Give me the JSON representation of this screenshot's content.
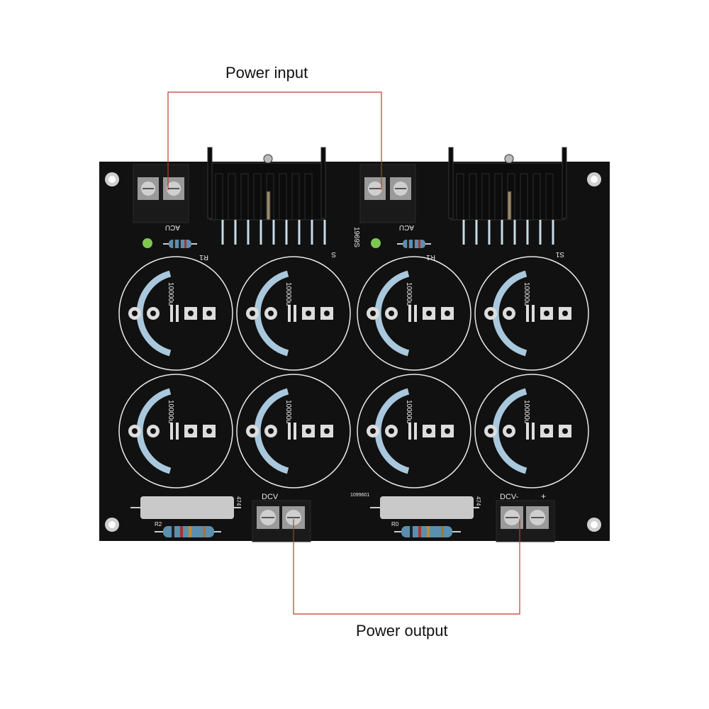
{
  "callouts": {
    "input": "Power input",
    "output": "Power output"
  },
  "board": {
    "silkscreen": {
      "ac_left": "ACU",
      "ac_right": "ACU",
      "r1_left": "R1",
      "r1_right": "R1",
      "s_left": "S",
      "s_right": "S1",
      "board_id": "1969S",
      "cap_value": "10000u",
      "dcv_left": "DCV",
      "dcv_right": "DCV-",
      "plus": "+",
      "r2": "R2",
      "r0": "R0",
      "res_code_left": "474",
      "res_code_right": "474",
      "date_code": "1099601"
    }
  },
  "colors": {
    "board": "#111111",
    "callout_line": "#c0392b",
    "silk": "#e8e8e8",
    "pad": "#d9d9d9",
    "heatsink": "#0c0c0c",
    "terminal": "#1a1a1a",
    "resistor_body": "#5b8fb0",
    "ceramic": "#c9c9c9",
    "led": "#7ec850"
  }
}
